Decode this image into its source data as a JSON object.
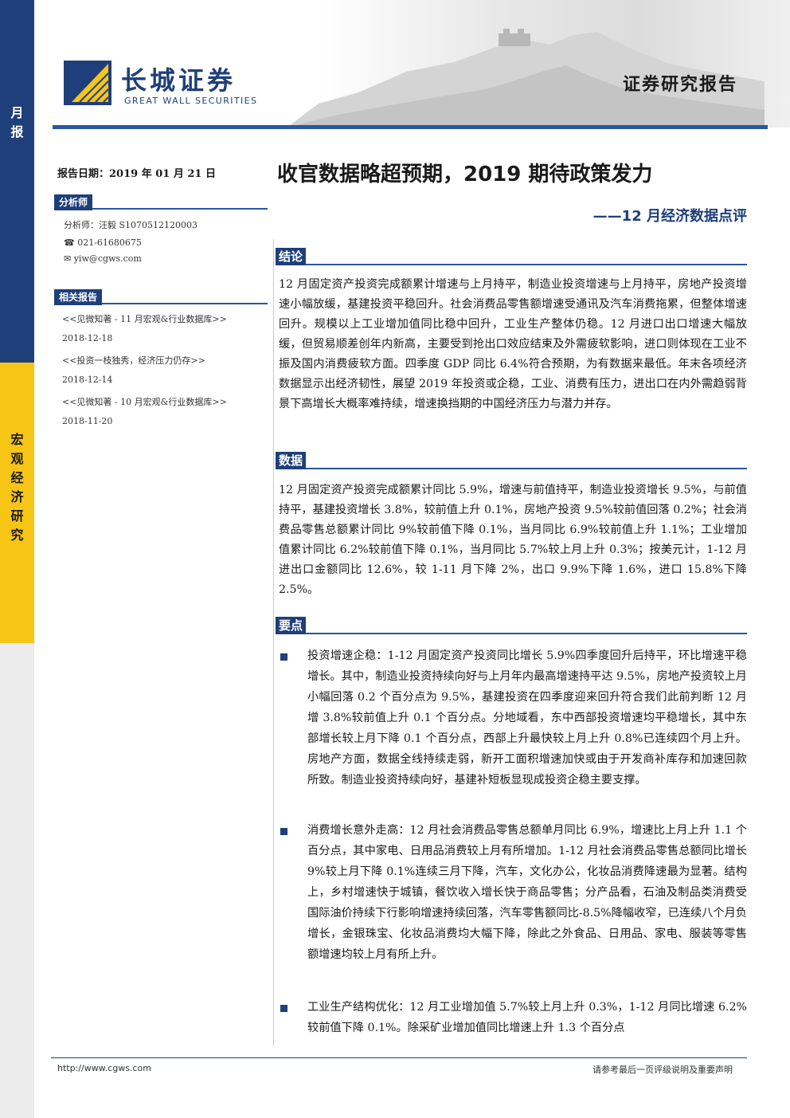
{
  "side": {
    "monthly": "月报",
    "category": "宏观经济研究"
  },
  "header": {
    "logo_cn": "长城证券",
    "logo_en": "GREAT WALL SECURITIES",
    "report_type": "证券研究报告"
  },
  "meta": {
    "report_date": "报告日期：2019 年 01 月 21 日"
  },
  "analyst_section": {
    "label": "分析师",
    "analyst": "分析师：汪毅  S1070512120003",
    "phone": "021-61680675",
    "email": "yiw@cgws.com"
  },
  "related_section": {
    "label": "相关报告",
    "items": [
      {
        "title": "<<见微知著 - 11 月宏观&行业数据库>>",
        "date": "2018-12-18"
      },
      {
        "title": "<<投资一枝独秀，经济压力仍存>>",
        "date": "2018-12-14"
      },
      {
        "title": "<<见微知著 - 10 月宏观&行业数据库>>",
        "date": "2018-11-20"
      }
    ]
  },
  "title": {
    "main": "收官数据略超预期，2019 期待政策发力",
    "sub": "——12 月经济数据点评"
  },
  "sections": {
    "conclusion": {
      "label": "结论",
      "text": "12 月固定资产投资完成额累计增速与上月持平，制造业投资增速与上月持平，房地产投资增速小幅放缓，基建投资平稳回升。社会消费品零售额增速受通讯及汽车消费拖累，但整体增速回升。规模以上工业增加值同比稳中回升，工业生产整体仍稳。12 月进口出口增速大幅放缓，但贸易顺差创年内新高，主要受到抢出口效应结束及外需疲软影响，进口则体现在工业不振及国内消费疲软方面。四季度 GDP 同比 6.4%符合预期，为有数据来最低。年末各项经济数据显示出经济韧性，展望 2019 年投资或企稳，工业、消费有压力，进出口在内外需趋弱背景下高增长大概率难持续，增速换挡期的中国经济压力与潜力并存。"
    },
    "data": {
      "label": "数据",
      "text": "12 月固定资产投资完成额累计同比 5.9%，增速与前值持平，制造业投资增长 9.5%，与前值持平，基建投资增长 3.8%，较前值上升 0.1%，房地产投资 9.5%较前值回落 0.2%；社会消费品零售总额累计同比 9%较前值下降 0.1%，当月同比 6.9%较前值上升 1.1%；工业增加值累计同比 6.2%较前值下降 0.1%，当月同比 5.7%较上月上升 0.3%；按美元计，1-12 月进出口金额同比 12.6%，较 1-11 月下降 2%，出口 9.9%下降 1.6%，进口 15.8%下降 2.5%。"
    },
    "key_points": {
      "label": "要点",
      "bullets": [
        "投资增速企稳：1-12 月固定资产投资同比增长 5.9%四季度回升后持平，环比增速平稳增长。其中，制造业投资持续向好与上月年内最高增速持平达 9.5%，房地产投资较上月小幅回落 0.2 个百分点为 9.5%，基建投资在四季度迎来回升符合我们此前判断 12 月增 3.8%较前值上升 0.1 个百分点。分地域看，东中西部投资增速均平稳增长，其中东部增长较上月下降 0.1 个百分点，西部上升最快较上月上升 0.8%已连续四个月上升。房地产方面，数据全线持续走弱，新开工面积增速加快或由于开发商补库存和加速回款所致。制造业投资持续向好，基建补短板显现成投资企稳主要支撑。",
        "消费增长意外走高：12 月社会消费品零售总额单月同比 6.9%，增速比上月上升 1.1 个百分点，其中家电、日用品消费较上月有所增加。1-12 月社会消费品零售总额同比增长 9%较上月下降 0.1%连续三月下降，汽车，文化办公，化妆品消费降速最为显著。结构上，乡村增速快于城镇，餐饮收入增长快于商品零售；分产品看，石油及制品类消费受国际油价持续下行影响增速持续回落，汽车零售额同比-8.5%降幅收窄，已连续八个月负增长，金银珠宝、化妆品消费均大幅下降，除此之外食品、日用品、家电、服装等零售额增速均较上月有所上升。",
        "工业生产结构优化：12 月工业增加值 5.7%较上月上升 0.3%，1-12 月同比增速 6.2%较前值下降 0.1%。除采矿业增加值同比增速上升 1.3 个百分点"
      ]
    }
  },
  "footer": {
    "url": "http://www.cgws.com",
    "disclaimer": "请参考最后一页评级说明及重要声明"
  },
  "colors": {
    "brand_navy": "#1f3f7a",
    "rule_blue": "#2b55a5",
    "band_yellow": "#f6c516"
  }
}
